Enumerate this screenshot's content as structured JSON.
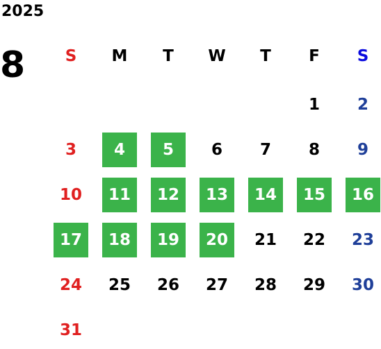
{
  "calendar": {
    "year": "2025",
    "month": "8",
    "weekdays": [
      "S",
      "M",
      "T",
      "W",
      "T",
      "F",
      "S"
    ],
    "days": [
      "1",
      "2",
      "3",
      "4",
      "5",
      "6",
      "7",
      "8",
      "9",
      "10",
      "11",
      "12",
      "13",
      "14",
      "15",
      "16",
      "17",
      "18",
      "19",
      "20",
      "21",
      "22",
      "23",
      "24",
      "25",
      "26",
      "27",
      "28",
      "29",
      "30",
      "31"
    ],
    "first_weekday_index": 5,
    "highlighted_days": [
      4,
      5,
      11,
      12,
      13,
      14,
      15,
      16,
      17,
      18,
      19,
      20
    ],
    "colors": {
      "sunday": "#e02020",
      "saturday": "#1f3f99",
      "weekday": "#000000",
      "highlight_bg": "#3bb34a",
      "highlight_text": "#ffffff",
      "sunday_header": "#e02020",
      "saturday_header": "#0a0adf"
    }
  }
}
